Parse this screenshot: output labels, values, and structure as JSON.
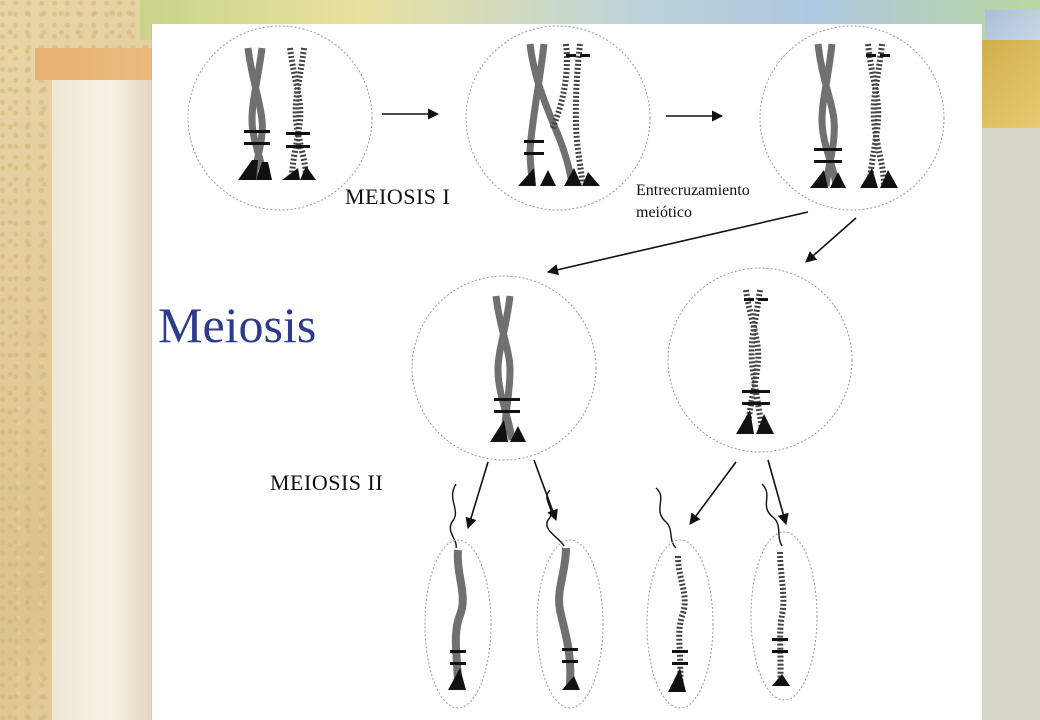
{
  "slide": {
    "title": "Meiosis"
  },
  "diagram": {
    "meiosis_i_label": "MEIOSIS I",
    "crossover_label_line1": "Entrecruzamiento",
    "crossover_label_line2": "meiótico",
    "meiosis_ii_label": "MEIOSIS II"
  },
  "colors": {
    "title": "#2e3a8c",
    "dark_chromatid": "#777777",
    "light_chromatid": "#ffffff",
    "background": "#e6d3a4"
  }
}
